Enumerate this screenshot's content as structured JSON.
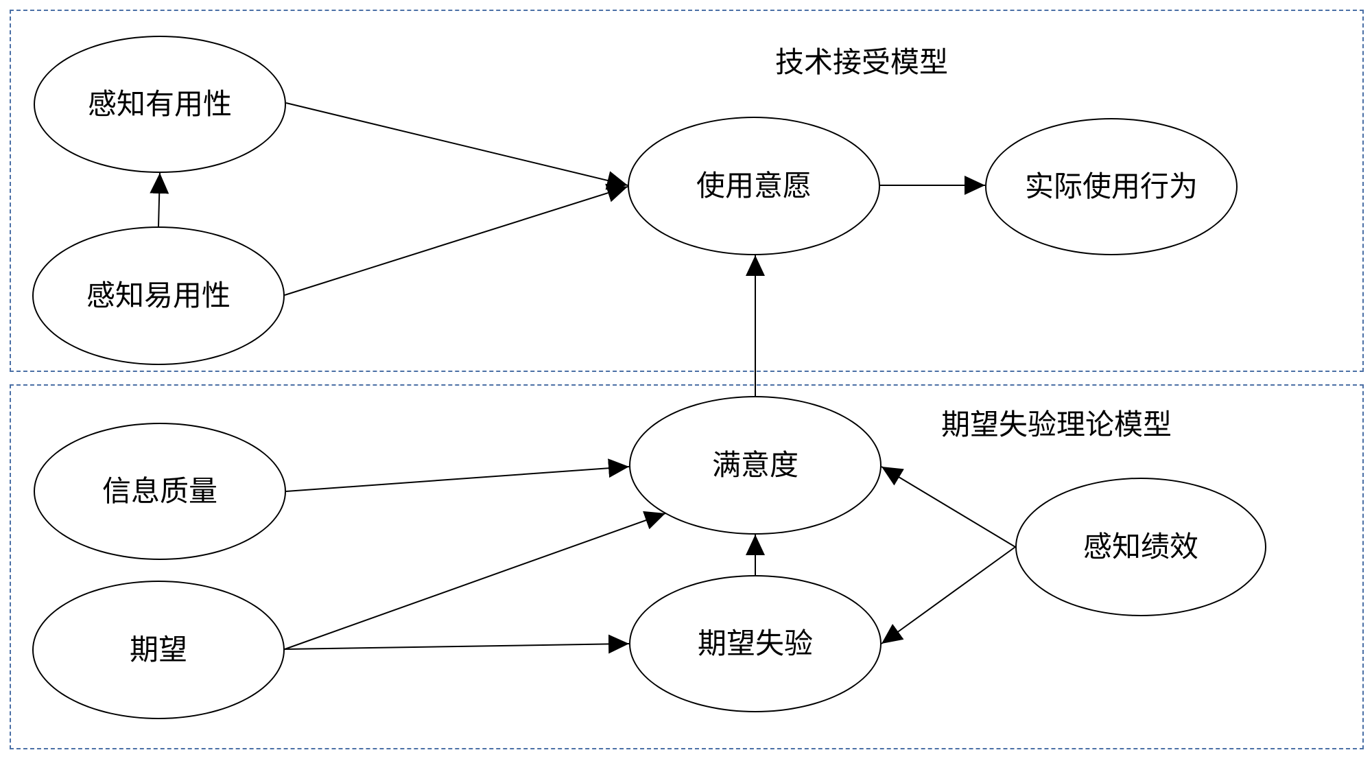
{
  "regions": {
    "tam": {
      "title": "技术接受模型"
    },
    "ect": {
      "title": "期望失验理论模型"
    }
  },
  "nodes": {
    "perceived_usefulness": "感知有用性",
    "perceived_ease_of_use": "感知易用性",
    "intention_to_use": "使用意愿",
    "actual_use_behavior": "实际使用行为",
    "information_quality": "信息质量",
    "expectation": "期望",
    "satisfaction": "满意度",
    "disconfirmation": "期望失验",
    "perceived_performance": "感知绩效"
  },
  "edges": [
    {
      "from": "perceived_ease_of_use",
      "to": "perceived_usefulness"
    },
    {
      "from": "perceived_usefulness",
      "to": "intention_to_use"
    },
    {
      "from": "perceived_ease_of_use",
      "to": "intention_to_use"
    },
    {
      "from": "intention_to_use",
      "to": "actual_use_behavior"
    },
    {
      "from": "satisfaction",
      "to": "intention_to_use"
    },
    {
      "from": "information_quality",
      "to": "satisfaction"
    },
    {
      "from": "expectation",
      "to": "satisfaction"
    },
    {
      "from": "expectation",
      "to": "disconfirmation"
    },
    {
      "from": "disconfirmation",
      "to": "satisfaction"
    },
    {
      "from": "perceived_performance",
      "to": "satisfaction"
    },
    {
      "from": "perceived_performance",
      "to": "disconfirmation"
    }
  ]
}
